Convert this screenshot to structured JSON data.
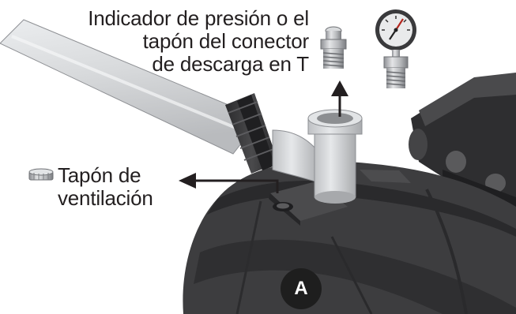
{
  "labels": {
    "gauge_or_tee_plug": [
      "Indicador de presión o el",
      "tapón del conector",
      "de descarga en T"
    ],
    "vent_plug": [
      "Tapón de",
      "ventilación"
    ]
  },
  "marker": "A",
  "icons": [
    "vent-plug-icon",
    "tee-plug-icon",
    "pressure-gauge-icon",
    "arrow-up-icon",
    "arrow-left-icon",
    "pipe",
    "union-coupling",
    "discharge-tee",
    "pump-housing",
    "control-box"
  ],
  "colors": {
    "ink": "#231f20",
    "housing": "#3d3d3f",
    "housing_dark": "#2a2a2c",
    "pipe": "#d6d8da",
    "tee": "#c9cbcd",
    "marker_bg": "#1e1e1e"
  }
}
